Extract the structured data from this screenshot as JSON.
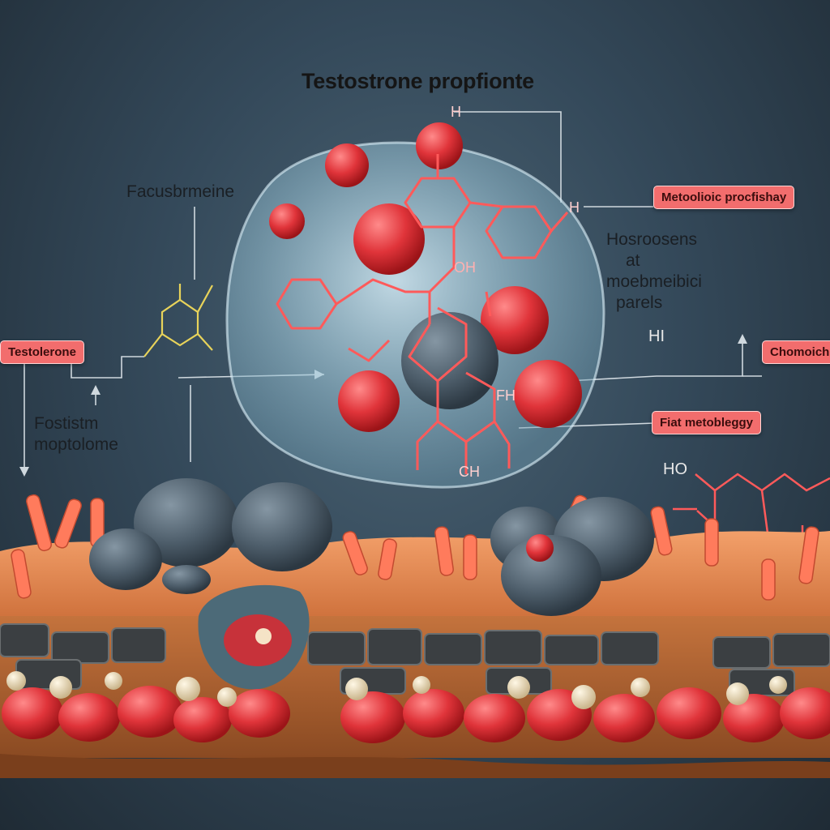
{
  "title": "Testostrone propfionte",
  "labels": {
    "left_top": "Facusbrmeine",
    "left_bottom_line1": "Fostistm",
    "left_bottom_line2": "moptolome",
    "right_mid_line1": "Hosroosens",
    "right_mid_line2": "at",
    "right_mid_line3": "moebmeibici",
    "right_mid_line4": "parels"
  },
  "tags": {
    "left": "Testolerone",
    "right_top": "Metoolioic procfishay",
    "right_mid": "Chomoich",
    "right_low": "Fiat metobleggy"
  },
  "chem_labels": {
    "h_top": "H",
    "oh": "OH",
    "h_right": "H",
    "hi": "HI",
    "ho": "HO",
    "ch": "CH",
    "fh": "FH"
  },
  "colors": {
    "background": "#2c3e4b",
    "tag_fill": "#f26d6d",
    "sphere_red": "#e03a3a",
    "sphere_gray": "#5b6b78",
    "membrane": "#d98a4f",
    "cell": "#bfe0ef"
  }
}
